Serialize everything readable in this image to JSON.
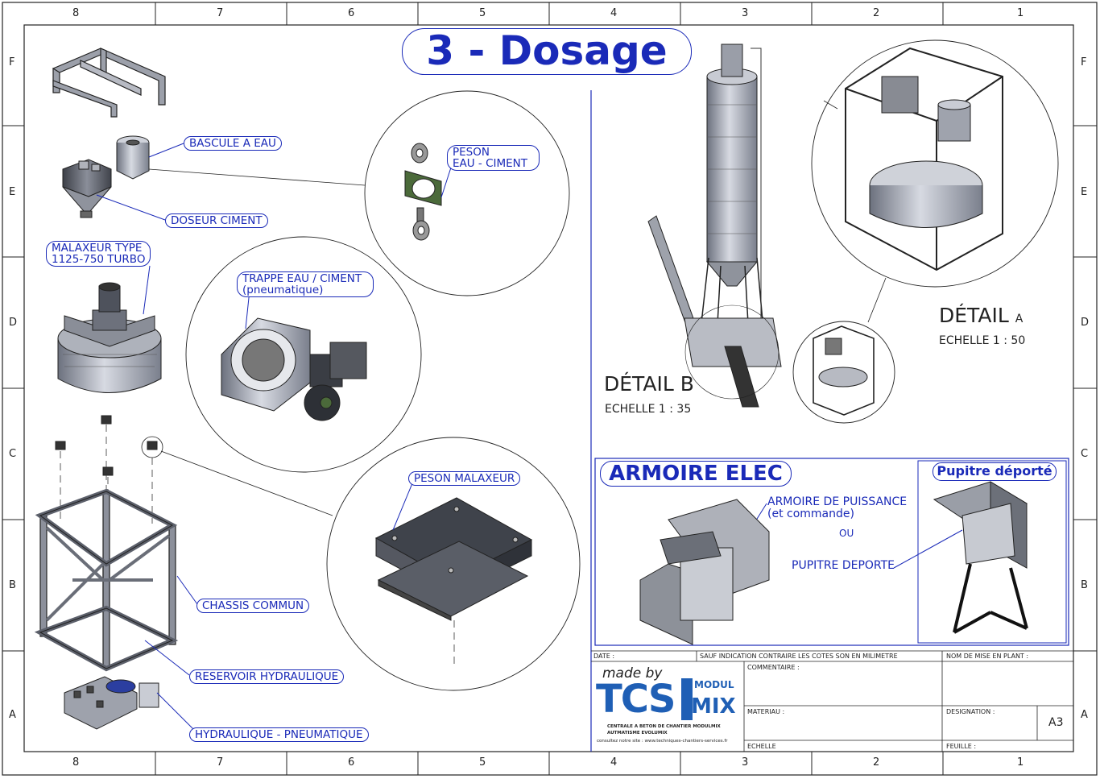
{
  "title": "3 - Dosage",
  "border": {
    "cols_top": [
      "8",
      "7",
      "6",
      "5",
      "4",
      "3",
      "2",
      "1"
    ],
    "cols_bottom": [
      "8",
      "7",
      "6",
      "5",
      "4",
      "3",
      "2",
      "1"
    ],
    "rows_left": [
      "F",
      "E",
      "D",
      "C",
      "B",
      "A"
    ],
    "rows_right": [
      "F",
      "E",
      "D",
      "C",
      "B",
      "A"
    ]
  },
  "callouts": {
    "bascule": "BASCULE A EAU",
    "doseur": "DOSEUR CIMENT",
    "malaxeur_1": "MALAXEUR TYPE",
    "malaxeur_2": "1125-750 TURBO",
    "peson_eau_1": "PESON",
    "peson_eau_2": "EAU - CIMENT",
    "trappe_1": "TRAPPE EAU / CIMENT",
    "trappe_2": "(pneumatique)",
    "peson_malaxeur": "PESON MALAXEUR",
    "chassis": "CHASSIS COMMUN",
    "reservoir": "RESERVOIR HYDRAULIQUE",
    "hydraulique": "HYDRAULIQUE - PNEUMATIQUE"
  },
  "details": {
    "a_title": "DÉTAIL",
    "a_letter": "A",
    "a_scale": "ECHELLE  1 : 50",
    "b_title": "DÉTAIL B",
    "b_scale": "ECHELLE  1 : 35"
  },
  "armoire": {
    "title": "ARMOIRE ELEC",
    "pupitre_title": "Pupitre déporté",
    "puissance_1": "ARMOIRE DE PUISSANCE",
    "puissance_2": "(et commande)",
    "ou": "OU",
    "pupitre_deporte": "PUPITRE DEPORTE"
  },
  "titleblock": {
    "date": "DATE :",
    "sauf": "SAUF INDICATION CONTRAIRE LES COTES SON EN MILIMETRE",
    "nom": "NOM DE MISE EN PLANT :",
    "commentaire": "COMMENTAIRE :",
    "materiau": "MATERIAU :",
    "designation": "DESIGNATION :",
    "format": "A3",
    "echelle": "ECHELLE",
    "feuille": "FEUILLE :",
    "made_by": "made by",
    "logo_tcs": "TCS",
    "logo_modul": "MODUL",
    "logo_mix": "MIX",
    "logo_line1": "CENTRALE A BETON DE CHANTIER MODULMIX",
    "logo_line2": "AUTMATISME EVOLUMIX",
    "logo_line3": "consultez notre site : www.techniques-chantiers-services.fr"
  },
  "colors": {
    "accent": "#1a2ab8",
    "line": "#222222",
    "steel": "#7d8290",
    "steel_light": "#c9ccd6",
    "green": "#4b6a3a"
  }
}
